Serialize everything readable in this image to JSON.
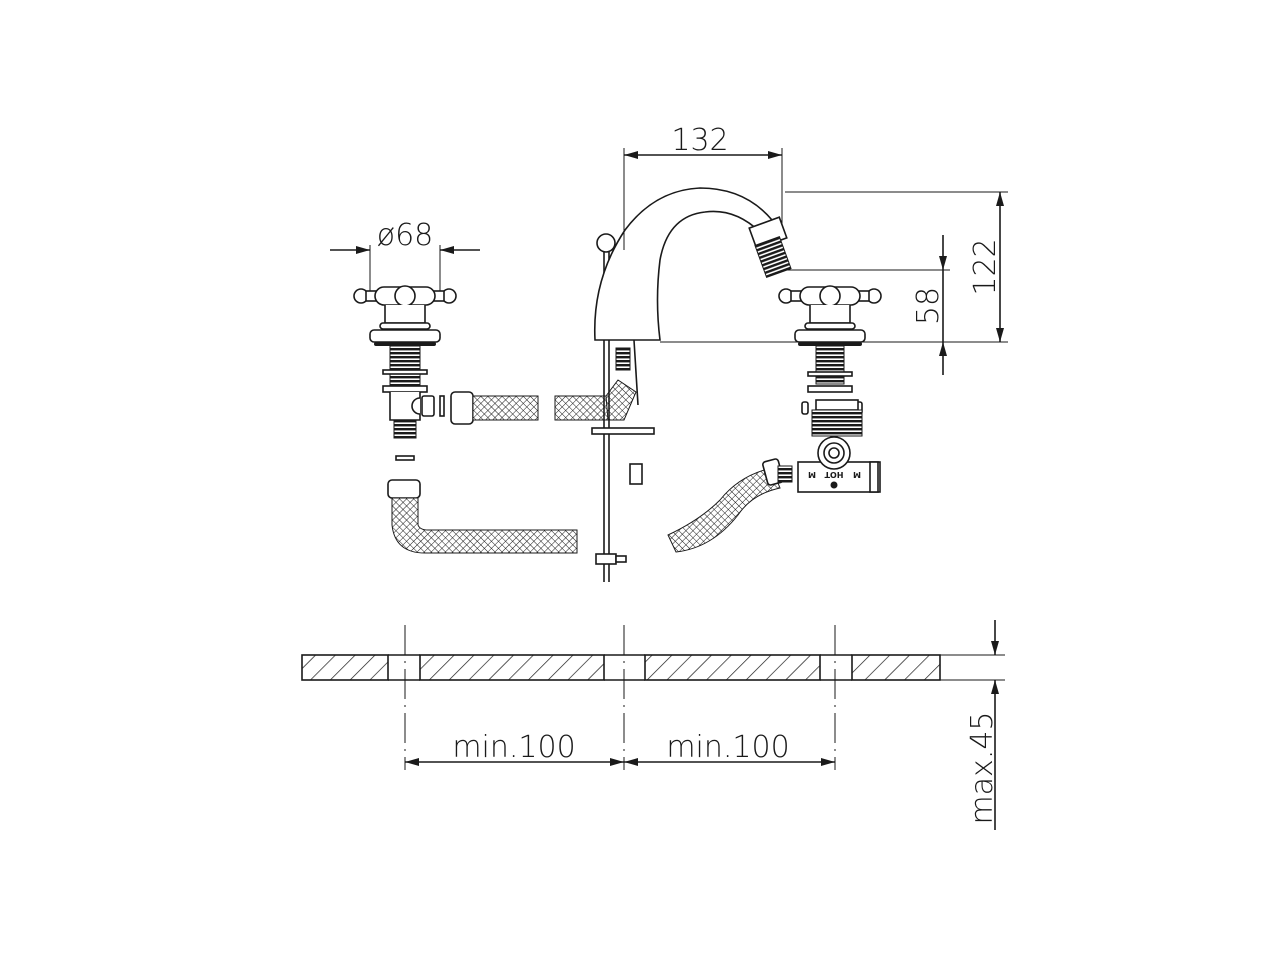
{
  "dimensions": {
    "spout_reach": "132",
    "handle_diameter": "ø68",
    "total_height": "122",
    "spout_height": "58",
    "hole_spacing_left": "min.100",
    "hole_spacing_right": "min.100",
    "deck_thickness": "max.45"
  },
  "valve_labels": {
    "hot": "HOT",
    "mark_left": "M",
    "mark_right": "M"
  },
  "colors": {
    "line": "#1a1a1a",
    "background": "#ffffff"
  }
}
